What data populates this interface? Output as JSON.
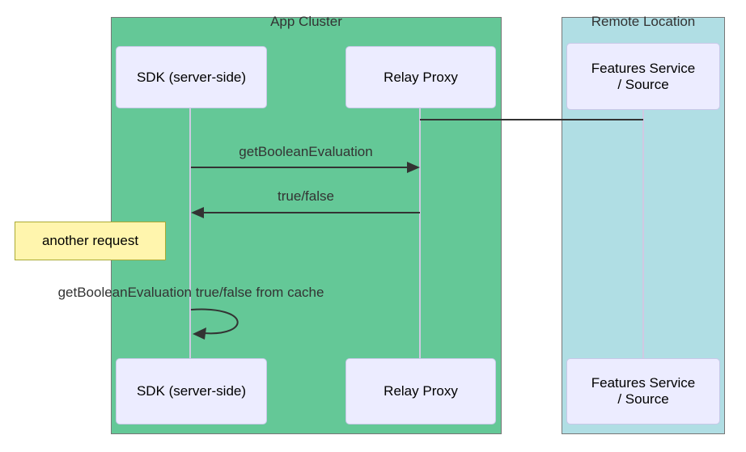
{
  "diagram": {
    "type": "sequence",
    "regions": [
      {
        "id": "app-cluster",
        "label": "App Cluster",
        "fill": "#64C897"
      },
      {
        "id": "remote-location",
        "label": "Remote Location",
        "fill": "#B0DEE4"
      }
    ],
    "actors": [
      {
        "id": "sdk",
        "label": "SDK (server-side)",
        "region": "App Cluster"
      },
      {
        "id": "relay-proxy",
        "label": "Relay Proxy",
        "region": "App Cluster"
      },
      {
        "id": "features-service",
        "label": "Features Service\n/ Source",
        "region": "Remote Location"
      }
    ],
    "messages": [
      {
        "id": "relay-features-link",
        "from": "Relay Proxy",
        "to": "Features Service / Source",
        "label": "",
        "style": "plain-line"
      },
      {
        "id": "get-boolean-evaluation",
        "from": "SDK (server-side)",
        "to": "Relay Proxy",
        "label": "getBooleanEvaluation",
        "style": "solid-arrow"
      },
      {
        "id": "true-false",
        "from": "Relay Proxy",
        "to": "SDK (server-side)",
        "label": "true/false",
        "style": "solid-arrow"
      },
      {
        "id": "cache-self-call",
        "from": "SDK (server-side)",
        "to": "SDK (server-side)",
        "label": "getBooleanEvaluation true/false from cache",
        "style": "self-arrow"
      }
    ],
    "note": {
      "label": "another request",
      "fill": "#FFF5AD",
      "border": "#AAAA33"
    },
    "colors": {
      "actor_fill": "#ECECFF",
      "actor_border": "#C8C8E8",
      "lifeline": "#CFC9E2",
      "arrow": "#333333",
      "text": "#333333",
      "region_border": "#777777",
      "background": "#FFFFFF"
    }
  }
}
